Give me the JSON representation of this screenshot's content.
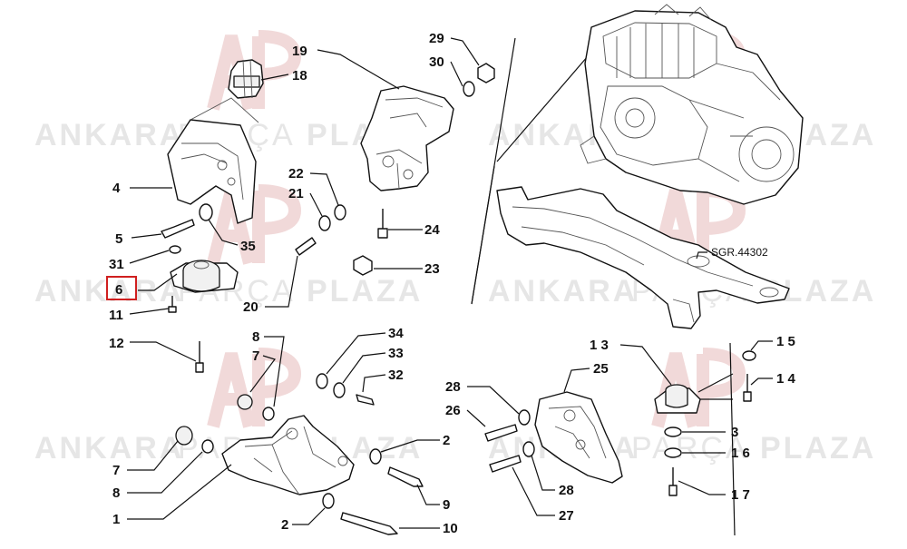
{
  "watermark": {
    "brand_bold_1": "ANKARA",
    "brand_thin": "PARÇA",
    "brand_bold_2": "PLAZA"
  },
  "reference_code": "SGR.44302",
  "highlight_color": "#d01f1f",
  "callouts": [
    {
      "id": "19",
      "label": "19"
    },
    {
      "id": "18",
      "label": "18"
    },
    {
      "id": "4",
      "label": "4"
    },
    {
      "id": "5",
      "label": "5"
    },
    {
      "id": "35",
      "label": "35"
    },
    {
      "id": "31",
      "label": "31"
    },
    {
      "id": "6",
      "label": "6",
      "highlighted": true
    },
    {
      "id": "11",
      "label": "11"
    },
    {
      "id": "12",
      "label": "12"
    },
    {
      "id": "29",
      "label": "29"
    },
    {
      "id": "30",
      "label": "30"
    },
    {
      "id": "22",
      "label": "22"
    },
    {
      "id": "21",
      "label": "21"
    },
    {
      "id": "24",
      "label": "24"
    },
    {
      "id": "23",
      "label": "23"
    },
    {
      "id": "20",
      "label": "20"
    },
    {
      "id": "8a",
      "label": "8"
    },
    {
      "id": "7a",
      "label": "7"
    },
    {
      "id": "34",
      "label": "34"
    },
    {
      "id": "33",
      "label": "33"
    },
    {
      "id": "32",
      "label": "32"
    },
    {
      "id": "7b",
      "label": "7"
    },
    {
      "id": "8b",
      "label": "8"
    },
    {
      "id": "1",
      "label": "1"
    },
    {
      "id": "2a",
      "label": "2"
    },
    {
      "id": "2b",
      "label": "2"
    },
    {
      "id": "9",
      "label": "9"
    },
    {
      "id": "10",
      "label": "10"
    },
    {
      "id": "28a",
      "label": "28"
    },
    {
      "id": "26",
      "label": "26"
    },
    {
      "id": "25",
      "label": "25"
    },
    {
      "id": "28b",
      "label": "28"
    },
    {
      "id": "27",
      "label": "27"
    },
    {
      "id": "13",
      "label": "1 3"
    },
    {
      "id": "15",
      "label": "1 5"
    },
    {
      "id": "14",
      "label": "1 4"
    },
    {
      "id": "3",
      "label": "3"
    },
    {
      "id": "16",
      "label": "1 6"
    },
    {
      "id": "17",
      "label": "1 7"
    }
  ]
}
